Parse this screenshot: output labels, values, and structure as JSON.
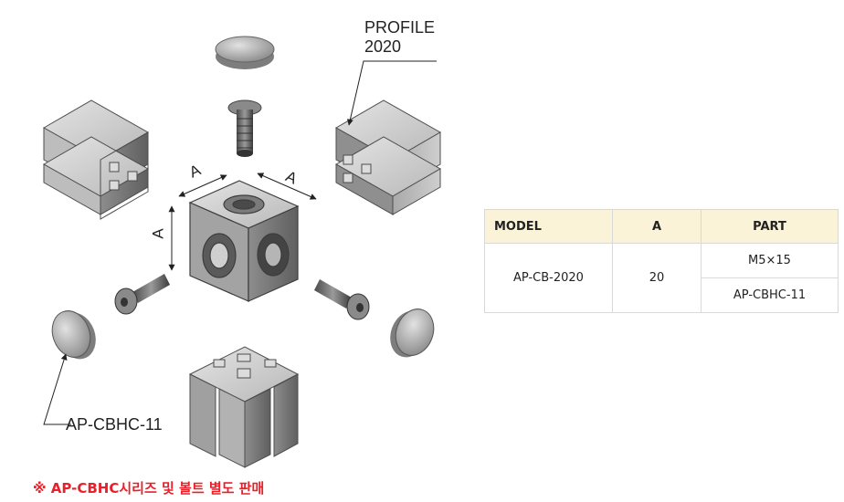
{
  "labels": {
    "profile_line1": "PROFILE",
    "profile_line2": "2020",
    "cap_label": "AP-CBHC-11",
    "dim_a": "A"
  },
  "note": "※ AP-CBHC시리즈 및 볼트 별도 판매",
  "table": {
    "headers": [
      "MODEL",
      "A",
      "PART"
    ],
    "model": "AP-CB-2020",
    "a_value": "20",
    "parts": [
      "M5×15",
      "AP-CBHC-11"
    ]
  },
  "colors": {
    "note_red": "#e8202a",
    "header_bg": "#fbf3d8",
    "metal_light": "#c9c9c9",
    "metal_dark": "#6f6f6f"
  }
}
